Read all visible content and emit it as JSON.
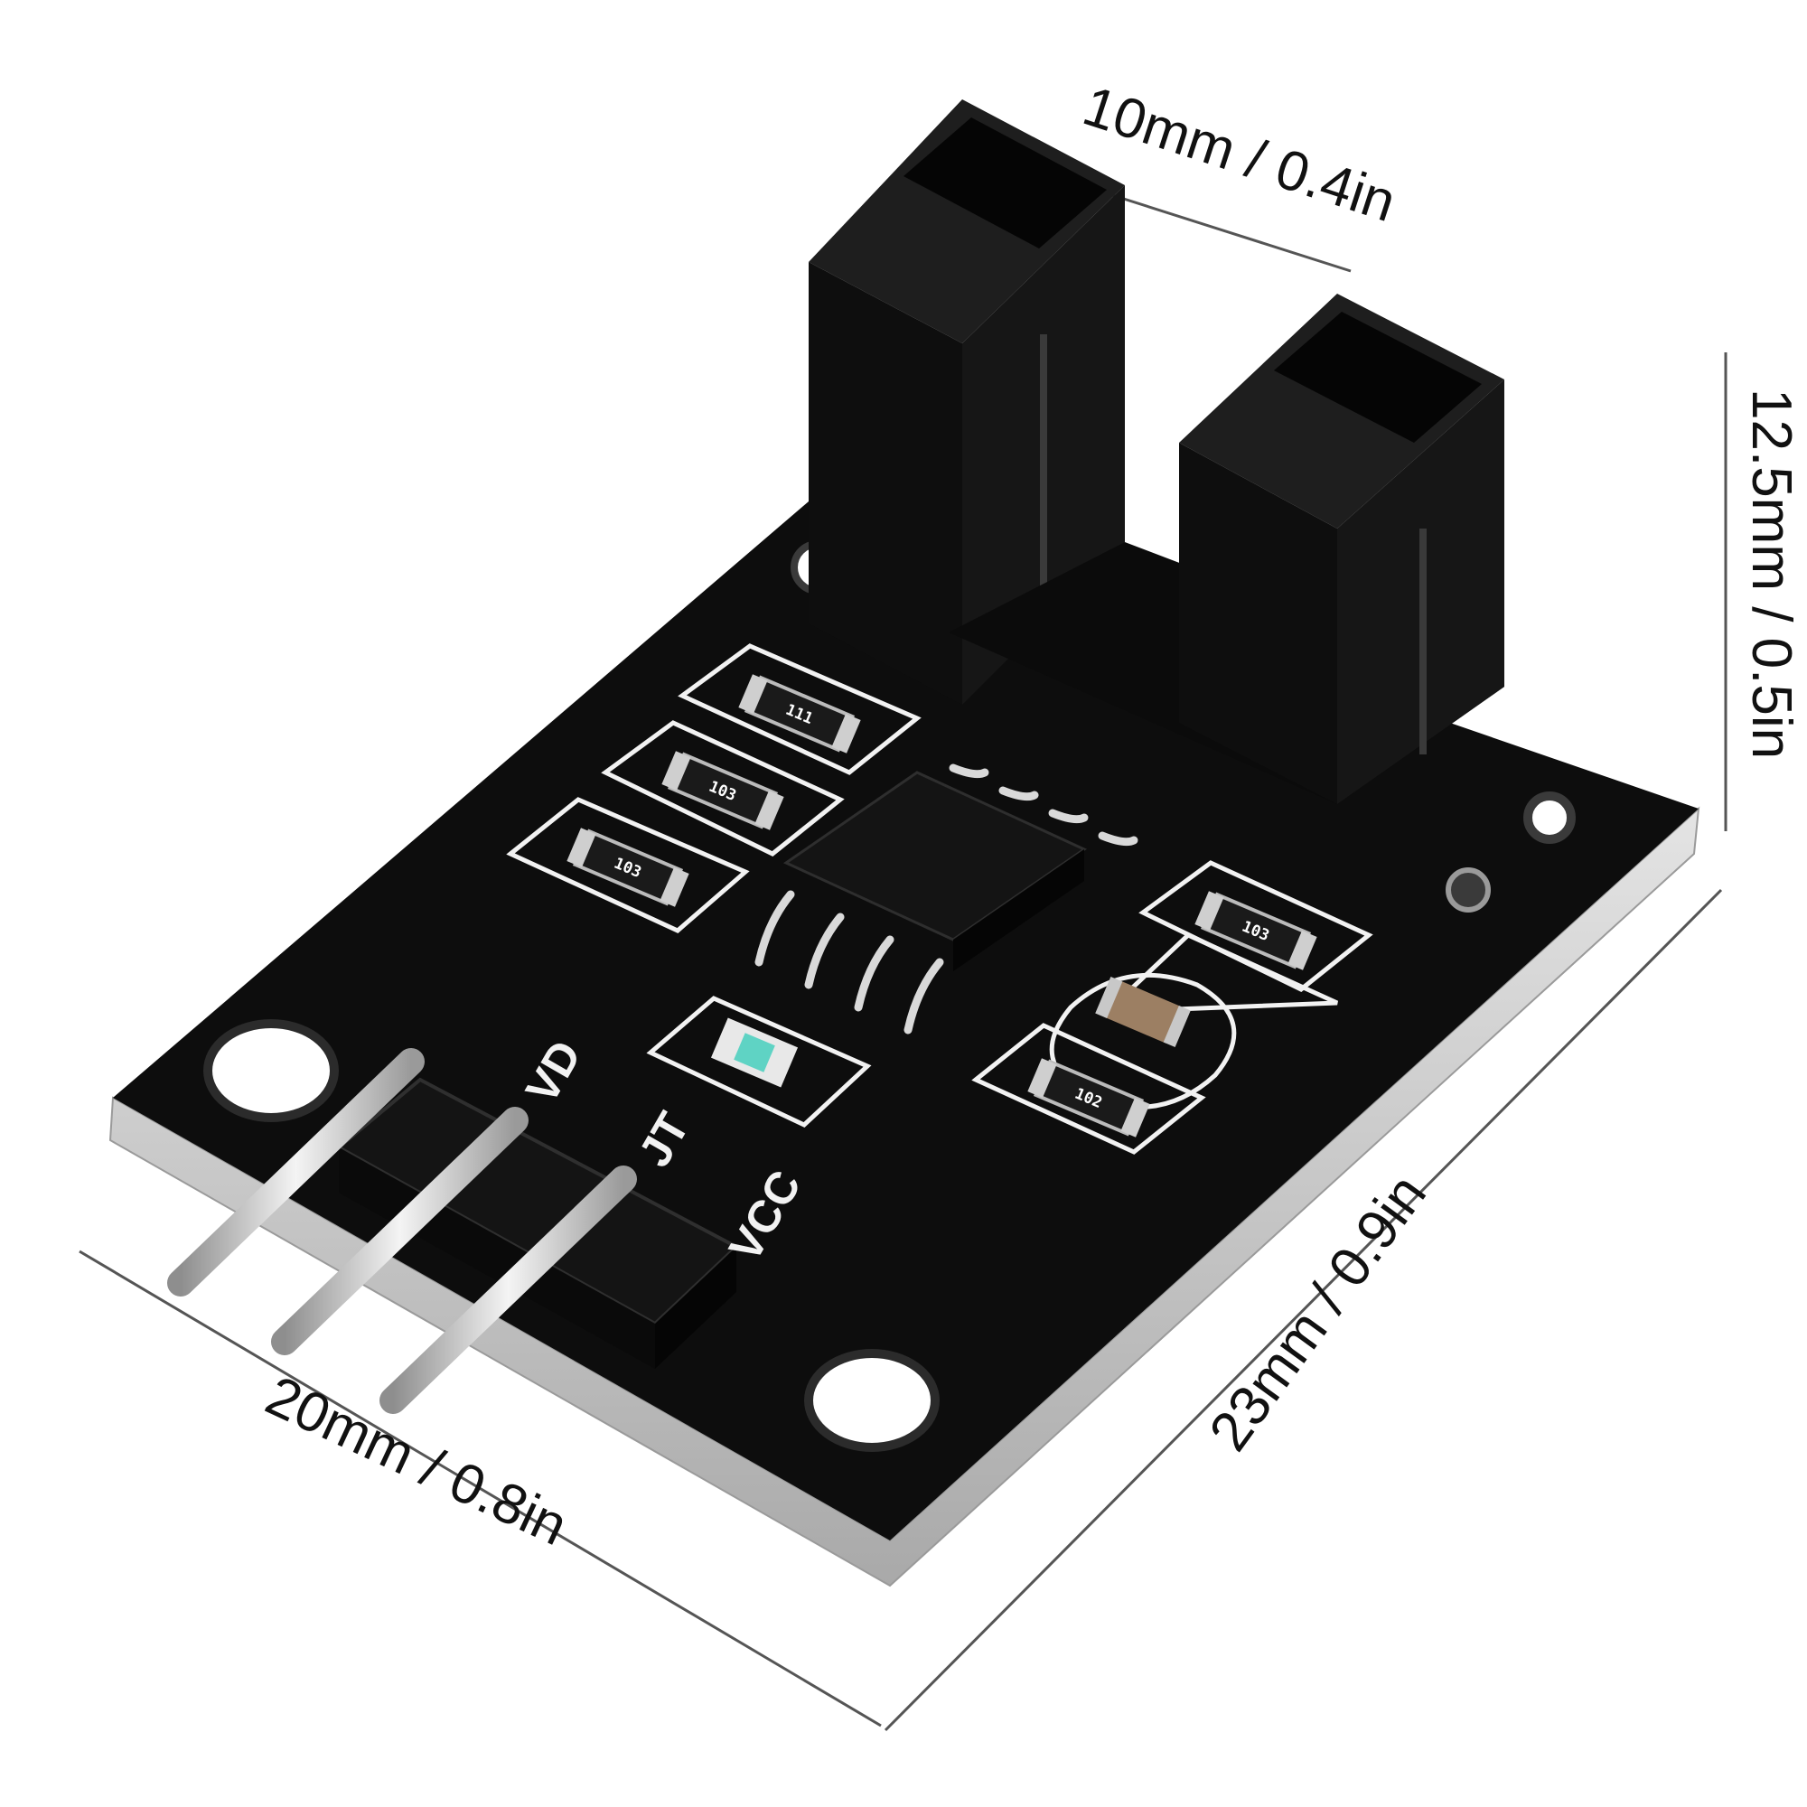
{
  "dimensions": {
    "top_width": "10mm / 0.4in",
    "height": "12.5mm / 0.5in",
    "board_length": "23mm / 0.9in",
    "board_width": "20mm / 0.8in"
  },
  "pin_labels": [
    "VD",
    "JT",
    "VCC"
  ],
  "colors": {
    "board": "#0d0d0d",
    "board_edge": "#c9c9c9",
    "silkscreen": "#f2f2f2",
    "pin_metal": "#d9d9d9",
    "sensor_body": "#111111",
    "dimension_line": "#555555",
    "led_lens": "#5fd3c4"
  }
}
